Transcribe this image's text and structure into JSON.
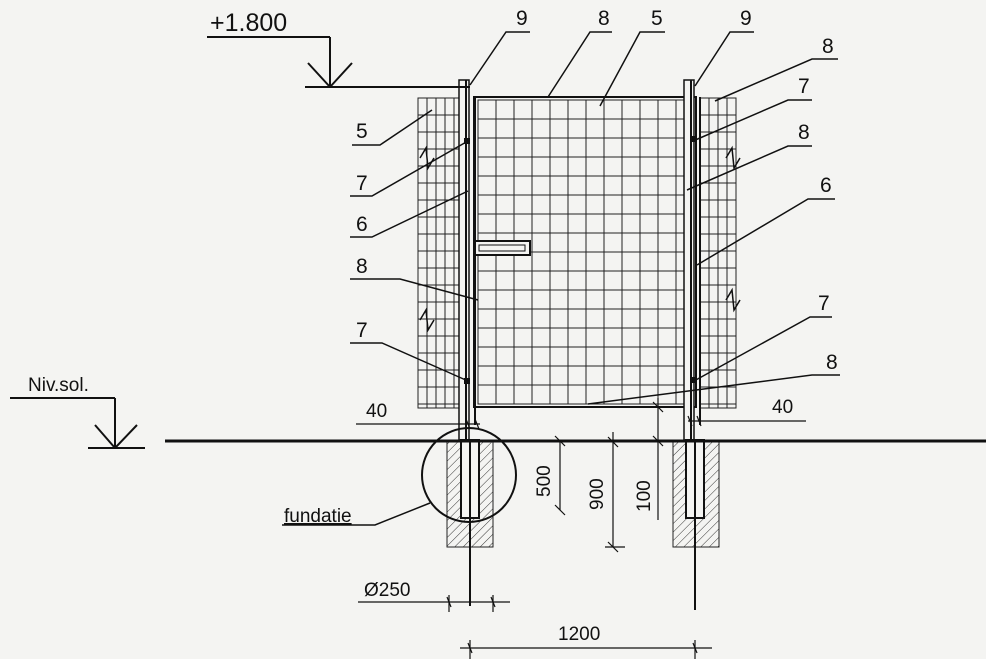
{
  "drawing": {
    "level_top": "+1.800",
    "level_ground": "Niv.sol.",
    "foundation_label": "fundatie",
    "diameter": "Ø250",
    "dim_left_40": "40",
    "dim_right_40": "40",
    "dim_500": "500",
    "dim_900": "900",
    "dim_100": "100",
    "dim_1200": "1200",
    "callouts": {
      "top_left_9": "9",
      "top_8": "8",
      "top_5": "5",
      "top_right_9": "9",
      "right_8_a": "8",
      "right_7_a": "7",
      "right_8_b": "8",
      "right_6": "6",
      "right_7_b": "7",
      "right_8_c": "8",
      "left_5": "5",
      "left_7_a": "7",
      "left_6": "6",
      "left_8": "8",
      "left_7_b": "7"
    }
  }
}
